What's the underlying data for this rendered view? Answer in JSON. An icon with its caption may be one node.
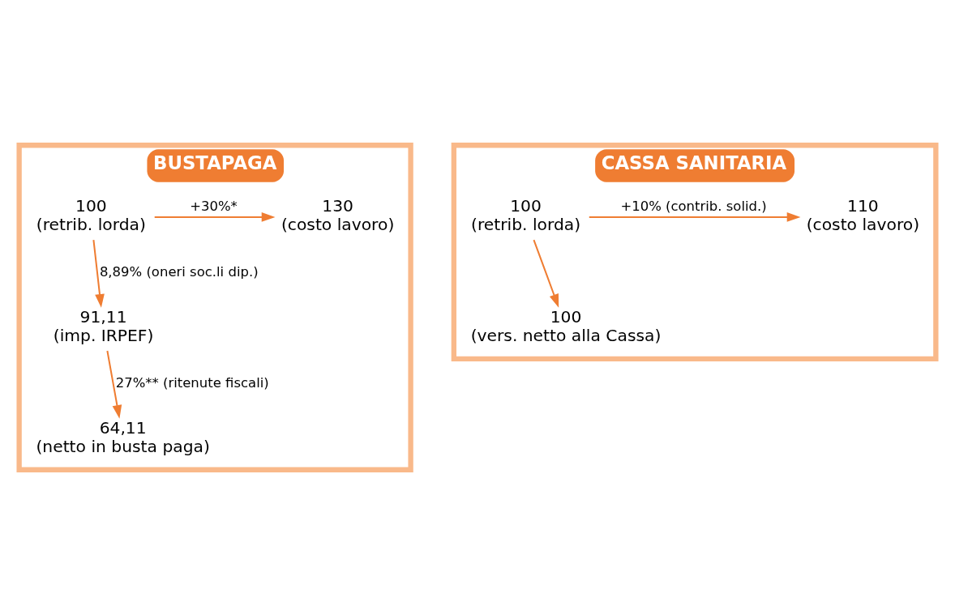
{
  "diagram": {
    "nodes": [
      {
        "text": [
          "BUSTAPAGA"
        ]
      },
      {
        "text": [
          "100",
          "(retrib. lorda)"
        ],
        "in": 0
      },
      {
        "text": [
          "130",
          "(costo lavoro)"
        ],
        "in": 0
      },
      {
        "text": [
          "91,11",
          "(imp. IRPEF)"
        ],
        "in": 0
      },
      {
        "text": [
          "64,11",
          "(netto in busta paga)"
        ],
        "in": 0
      },
      {
        "text": [
          "CASSA SANITARIA"
        ]
      },
      {
        "text": [
          "100",
          "(retrib. lorda)"
        ],
        "in": 5
      },
      {
        "text": [
          "110",
          "(costo lavoro)"
        ],
        "in": 5
      },
      {
        "text": [
          "100",
          "(vers. netto alla Cassa)"
        ],
        "in": 5
      }
    ],
    "edges": [
      {
        "from": 1,
        "to": 2,
        "arrow": "to",
        "label": "+30%*"
      },
      {
        "from": 1,
        "to": 3,
        "arrow": "to",
        "label": "8,89% (oneri soc.li dip.)"
      },
      {
        "from": 3,
        "to": 4,
        "arrow": "to",
        "label": "27%** (ritenute fiscali)"
      },
      {
        "from": 6,
        "to": 7,
        "arrow": "to",
        "label": "+10% (contrib. solid.)"
      },
      {
        "from": 6,
        "to": 8,
        "arrow": "to"
      }
    ]
  }
}
